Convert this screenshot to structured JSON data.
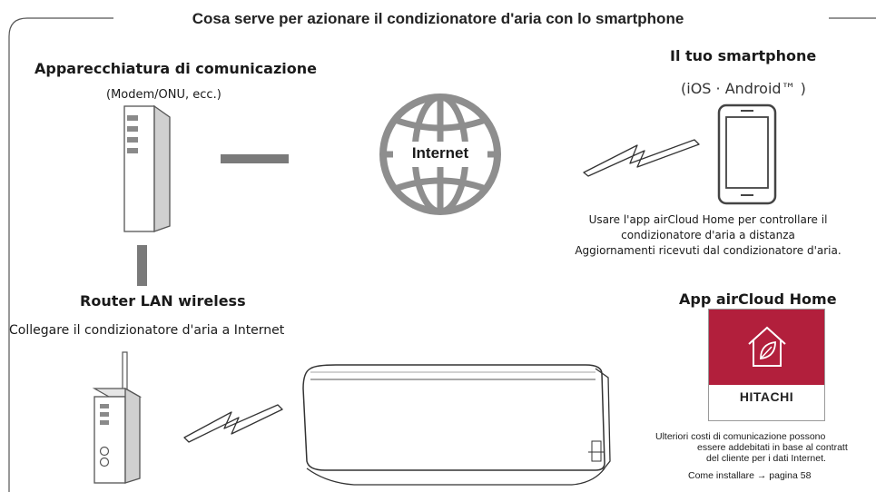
{
  "title": "Cosa serve per azionare il condizionatore d'aria con lo smartphone",
  "communication_device": {
    "heading": "Apparecchiatura di comunicazione",
    "subheading": "(Modem/ONU, ecc.)"
  },
  "internet_label": "Internet",
  "smartphone": {
    "heading": "Il tuo smartphone",
    "subheading": "(iOS · Android™ )",
    "description_lines": [
      "Usare l'app airCloud Home per controllare il",
      "condizionatore d'aria a distanza",
      "Aggiornamenti ricevuti dal condizionatore d'aria."
    ]
  },
  "router": {
    "heading": "Router LAN wireless",
    "description": "Collegare il condizionatore d'aria a Internet"
  },
  "app": {
    "heading": "App airCloud Home",
    "brand": "HITACHI",
    "note_lines": [
      "Ulteriori costi di comunicazione possono",
      "essere addebitati in base al contratt",
      "del cliente per i dati Internet."
    ],
    "install_text": "Come installare → pagina 58"
  },
  "colors": {
    "link_gray": "#7a7a7a",
    "app_red": "#b21f3c"
  }
}
